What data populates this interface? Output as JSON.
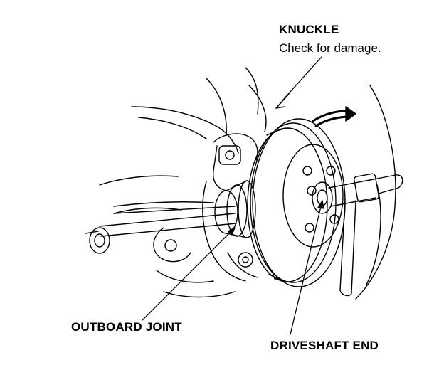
{
  "labels": {
    "knuckle": "KNUCKLE",
    "knuckle_note": "Check for damage.",
    "outboard_joint": "OUTBOARD JOINT",
    "driveshaft_end": "DRIVESHAFT END"
  },
  "colors": {
    "ink": "#000000",
    "paper": "#ffffff"
  }
}
